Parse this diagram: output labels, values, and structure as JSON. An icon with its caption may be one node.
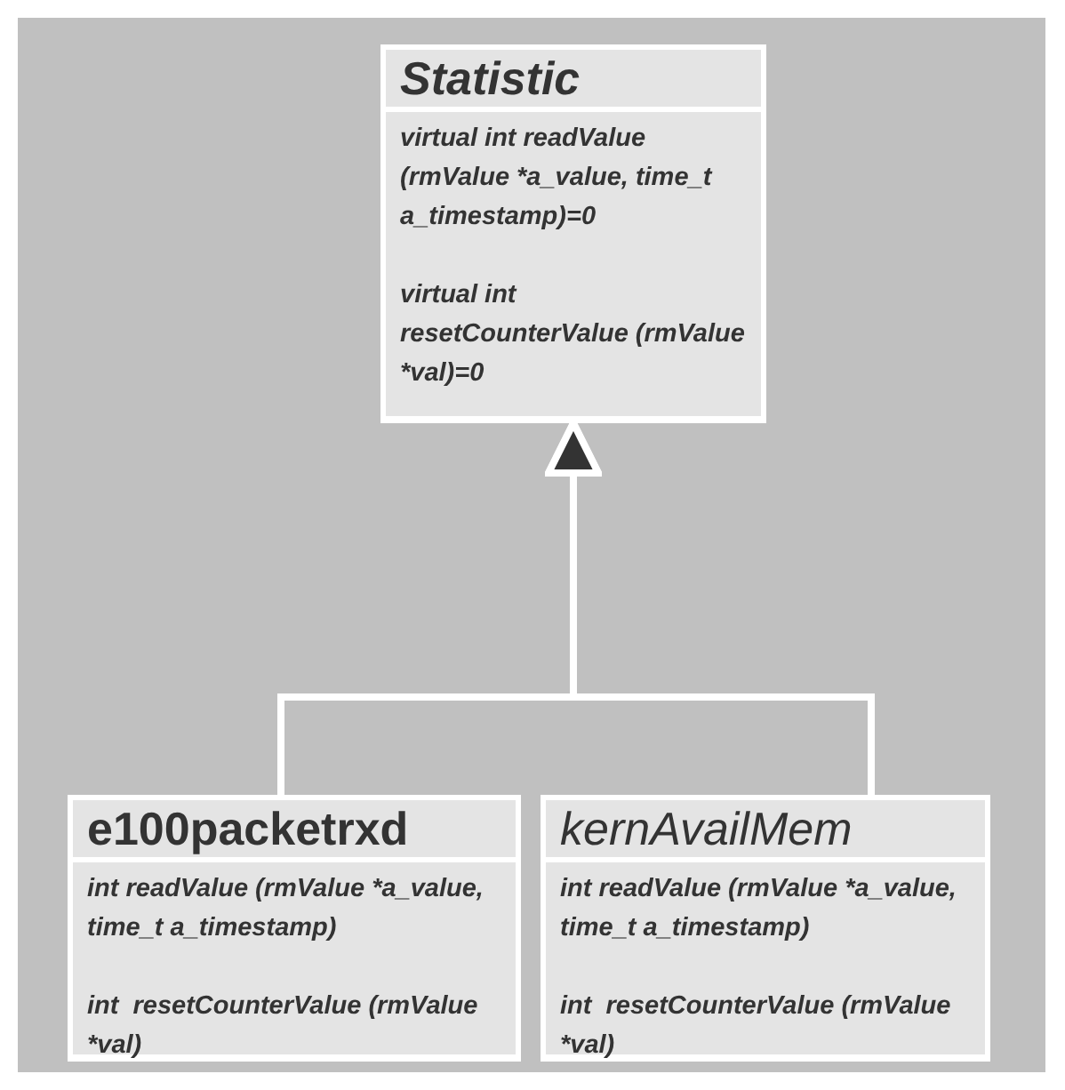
{
  "diagram": {
    "nodes": [
      {
        "text": [
          "Statistic",
          "virtual int readValue (rmValue *a_value, time_t a_timestamp)=0",
          "virtual int resetCounterValue (rmValue *val)=0"
        ]
      },
      {
        "text": [
          "e100packetrxd",
          "int readValue (rmValue *a_value, time_t a_timestamp)",
          "int  resetCounterValue (rmValue *val)"
        ]
      },
      {
        "text": [
          "kernAvailMem",
          "int readValue (rmValue *a_value, time_t a_timestamp)",
          "int  resetCounterValue (rmValue *val)"
        ]
      }
    ],
    "edges": [
      {
        "from": 1,
        "to": 0,
        "arrow": "to"
      },
      {
        "from": 2,
        "to": 0,
        "arrow": "to"
      }
    ]
  }
}
